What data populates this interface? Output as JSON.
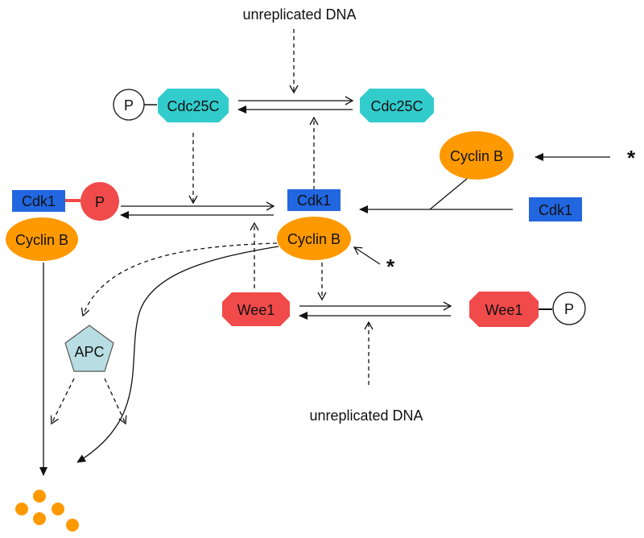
{
  "labels": {
    "unreplicated_top": "unreplicated DNA",
    "unreplicated_bottom": "unreplicated DNA",
    "cdc25c_p": "Cdc25C",
    "cdc25c": "Cdc25C",
    "cdk1_p": "Cdk1",
    "cyclin_b_left": "Cyclin B",
    "cdk1_center": "Cdk1",
    "cyclin_b_center": "Cyclin B",
    "cyclin_b_free": "Cyclin B",
    "cdk1_free": "Cdk1",
    "wee1": "Wee1",
    "wee1_p": "Wee1",
    "apc": "APC",
    "phospho": "P",
    "asterisk": "*"
  },
  "colors": {
    "cdc25c": "#33cccc",
    "cdk1": "#2266e0",
    "cyclin_b": "#ff9900",
    "wee1": "#f04a4a",
    "phospho_red": "#f04a4a",
    "apc": "#b8dde2",
    "degraded": "#ff9900"
  },
  "icons": {
    "phospho_group": "phosphate-circle",
    "degradation_products": "dot-cluster"
  }
}
